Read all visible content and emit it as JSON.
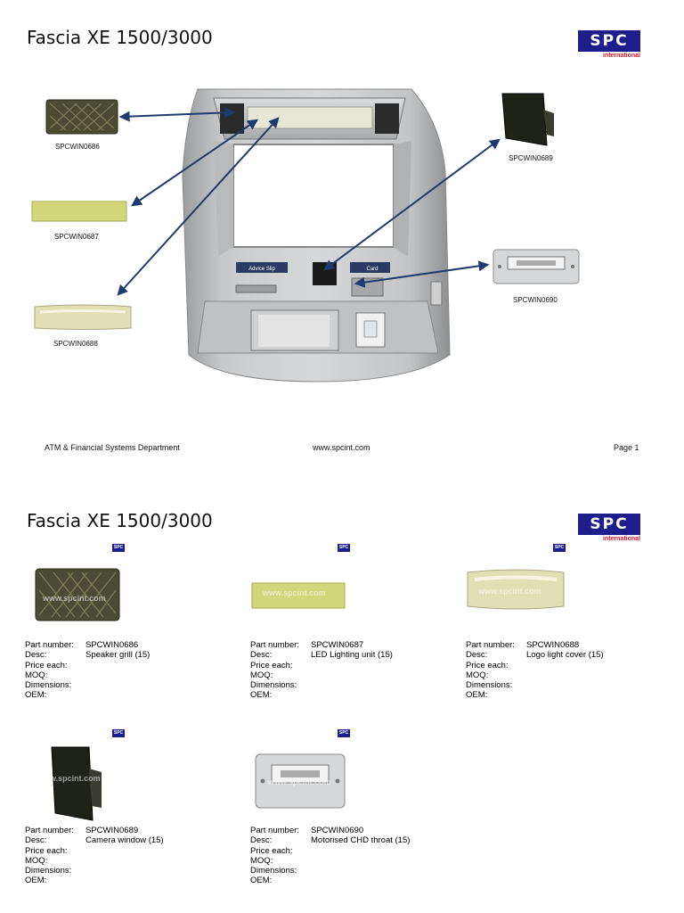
{
  "page1": {
    "title": "Fascia XE 1500/3000",
    "logo": {
      "main": "SPC",
      "sub": "international"
    },
    "atm_labels": {
      "advice_slip": "Advice Slip",
      "card": "Card"
    },
    "parts": [
      {
        "code": "SPCWIN0686"
      },
      {
        "code": "SPCWIN0687"
      },
      {
        "code": "SPCWIN0688"
      },
      {
        "code": "SPCWIN0689"
      },
      {
        "code": "SPCWIN0690"
      }
    ],
    "footer": {
      "left": "ATM & Financial Systems Department",
      "center": "www.spcint.com",
      "right": "Page 1"
    }
  },
  "page2": {
    "title": "Fascia XE 1500/3000",
    "logo": {
      "main": "SPC",
      "sub": "international"
    },
    "watermark": "www.spcint.com",
    "spec_labels": {
      "part": "Part number:",
      "desc": "Desc:",
      "price": "Price each:",
      "moq": "MOQ:",
      "dim": "Dimensions:",
      "oem": "OEM:"
    },
    "items": [
      {
        "part": "SPCWIN0686",
        "desc": "Speaker grill (15)"
      },
      {
        "part": "SPCWIN0687",
        "desc": "LED Lighting unit (15)"
      },
      {
        "part": "SPCWIN0688",
        "desc": "Logo light cover (15)"
      },
      {
        "part": "SPCWIN0689",
        "desc": "Camera window (15)"
      },
      {
        "part": "SPCWIN0690",
        "desc": "Motorised CHD throat (15)"
      }
    ]
  },
  "colors": {
    "brand": "#1d1e8c",
    "brand_sub": "#d0162a",
    "arrow": "#1f3a6e"
  }
}
